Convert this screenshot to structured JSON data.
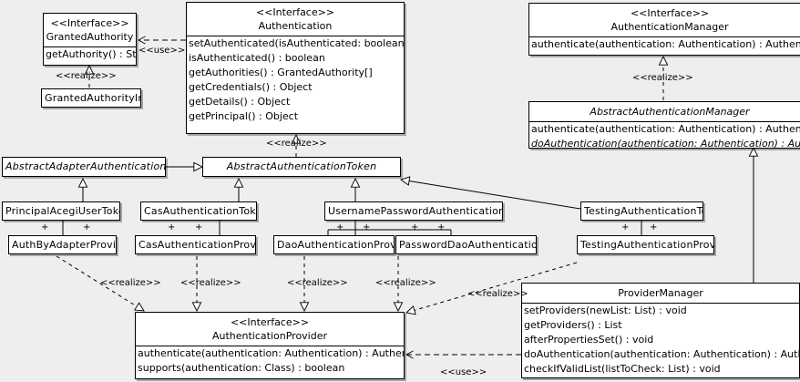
{
  "diagram": {
    "type": "uml-class-diagram",
    "background": "#eeeeee",
    "box_fill": "#ffffff",
    "line_color": "#000000"
  },
  "classes": {
    "granted_authority": {
      "stereotype": "<<Interface>>",
      "name": "GrantedAuthority",
      "operations": [
        "getAuthority() : String"
      ]
    },
    "granted_authority_impl": {
      "name": "GrantedAuthorityImpl",
      "operations": []
    },
    "authentication": {
      "stereotype": "<<Interface>>",
      "name": "Authentication",
      "operations": [
        "setAuthenticated(isAuthenticated: boolean) : void",
        "isAuthenticated() : boolean",
        "getAuthorities() : GrantedAuthority[]",
        "getCredentials() : Object",
        "getDetails() : Object",
        "getPrincipal() : Object"
      ]
    },
    "authentication_manager": {
      "stereotype": "<<Interface>>",
      "name": "AuthenticationManager",
      "operations": [
        "authenticate(authentication: Authentication) : Authentication"
      ]
    },
    "abstract_authentication_manager": {
      "name": "AbstractAuthenticationManager",
      "operations": [
        "authenticate(authentication: Authentication) : Authentication",
        "doAuthentication(authentication: Authentication) : Authentication"
      ]
    },
    "abstract_adapter_authentication_token": {
      "name": "AbstractAdapterAuthenticationToken"
    },
    "abstract_authentication_token": {
      "name": "AbstractAuthenticationToken"
    },
    "principal_acegi_user_token": {
      "name": "PrincipalAcegiUserToken"
    },
    "cas_authentication_token": {
      "name": "CasAuthenticationToken"
    },
    "username_password_authentication_token": {
      "name": "UsernamePasswordAuthenticationToken"
    },
    "testing_authentication_token": {
      "name": "TestingAuthenticationToken"
    },
    "auth_by_adapter_provider": {
      "name": "AuthByAdapterProvider"
    },
    "cas_authentication_provider": {
      "name": "CasAuthenticationProvider"
    },
    "dao_authentication_provider": {
      "name": "DaoAuthenticationProvider"
    },
    "password_dao_authentication_provider": {
      "name": "PasswordDaoAuthenticationProvider"
    },
    "testing_authentication_provider": {
      "name": "TestingAuthenticationProvider"
    },
    "authentication_provider": {
      "stereotype": "<<Interface>>",
      "name": "AuthenticationProvider",
      "operations": [
        "authenticate(authentication: Authentication) : Authentication",
        "supports(authentication: Class) : boolean"
      ]
    },
    "provider_manager": {
      "name": "ProviderManager",
      "operations": [
        "setProviders(newList: List) : void",
        "getProviders() : List",
        "afterPropertiesSet() : void",
        "doAuthentication(authentication: Authentication) : Authentication",
        "checkIfValidList(listToCheck: List) : void"
      ]
    }
  },
  "edge_labels": {
    "use_authentication_grantedauthority": "<<use>>",
    "realize_grantedauthorityimpl": "<<realize>>",
    "realize_abstract_auth_token": "<<realize>>",
    "realize_abstract_auth_manager": "<<realize>>",
    "realize_auth_by_adapter": "<<realize>>",
    "realize_cas_provider": "<<realize>>",
    "realize_dao_provider": "<<realize>>",
    "realize_password_dao_provider": "<<realize>>",
    "realize_provider_manager": "<<realize>>",
    "use_provider_manager": "<<use>>"
  },
  "association_markers": {
    "plus": "+"
  }
}
